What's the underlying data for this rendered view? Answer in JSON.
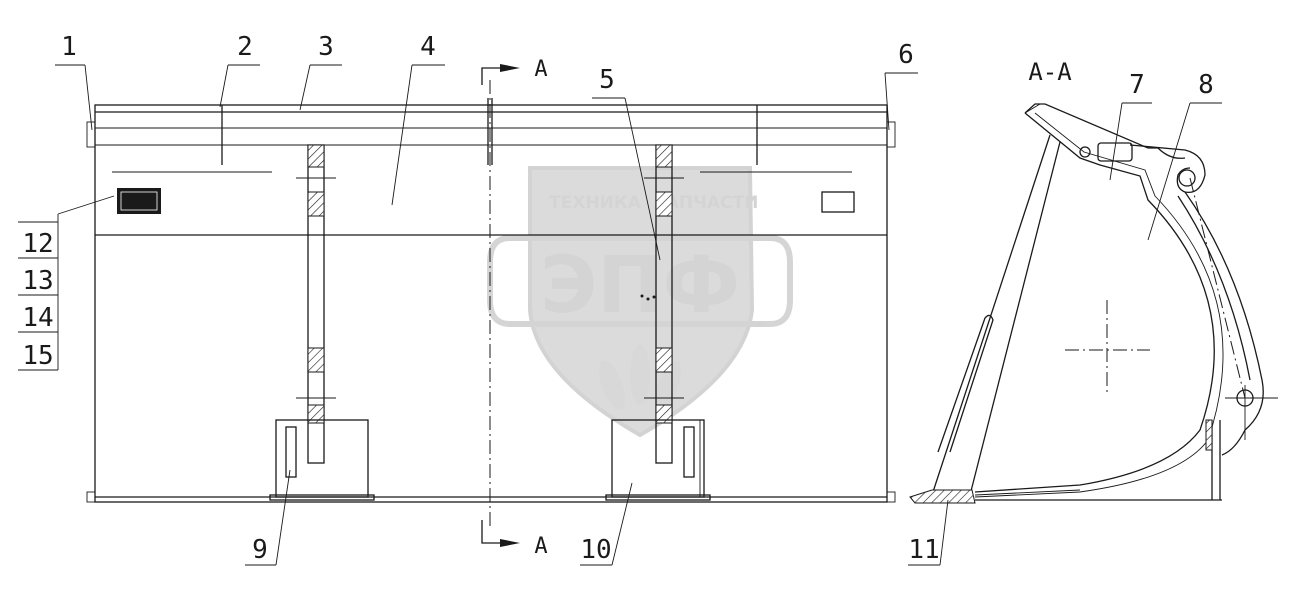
{
  "labels": {
    "l1": "1",
    "l2": "2",
    "l3": "3",
    "l4": "4",
    "l5": "5",
    "l6": "6",
    "l7": "7",
    "l8": "8",
    "l9": "9",
    "l10": "10",
    "l11": "11",
    "l12": "12",
    "l13": "13",
    "l14": "14",
    "l15": "15"
  },
  "section": {
    "arrow_top": "A",
    "arrow_bottom": "A",
    "view_title": "A-A"
  },
  "watermark": {
    "line1_left": "ТЕХНИКА",
    "line1_right": "ЗАПЧАСТИ",
    "logo": "ЭПФ"
  }
}
